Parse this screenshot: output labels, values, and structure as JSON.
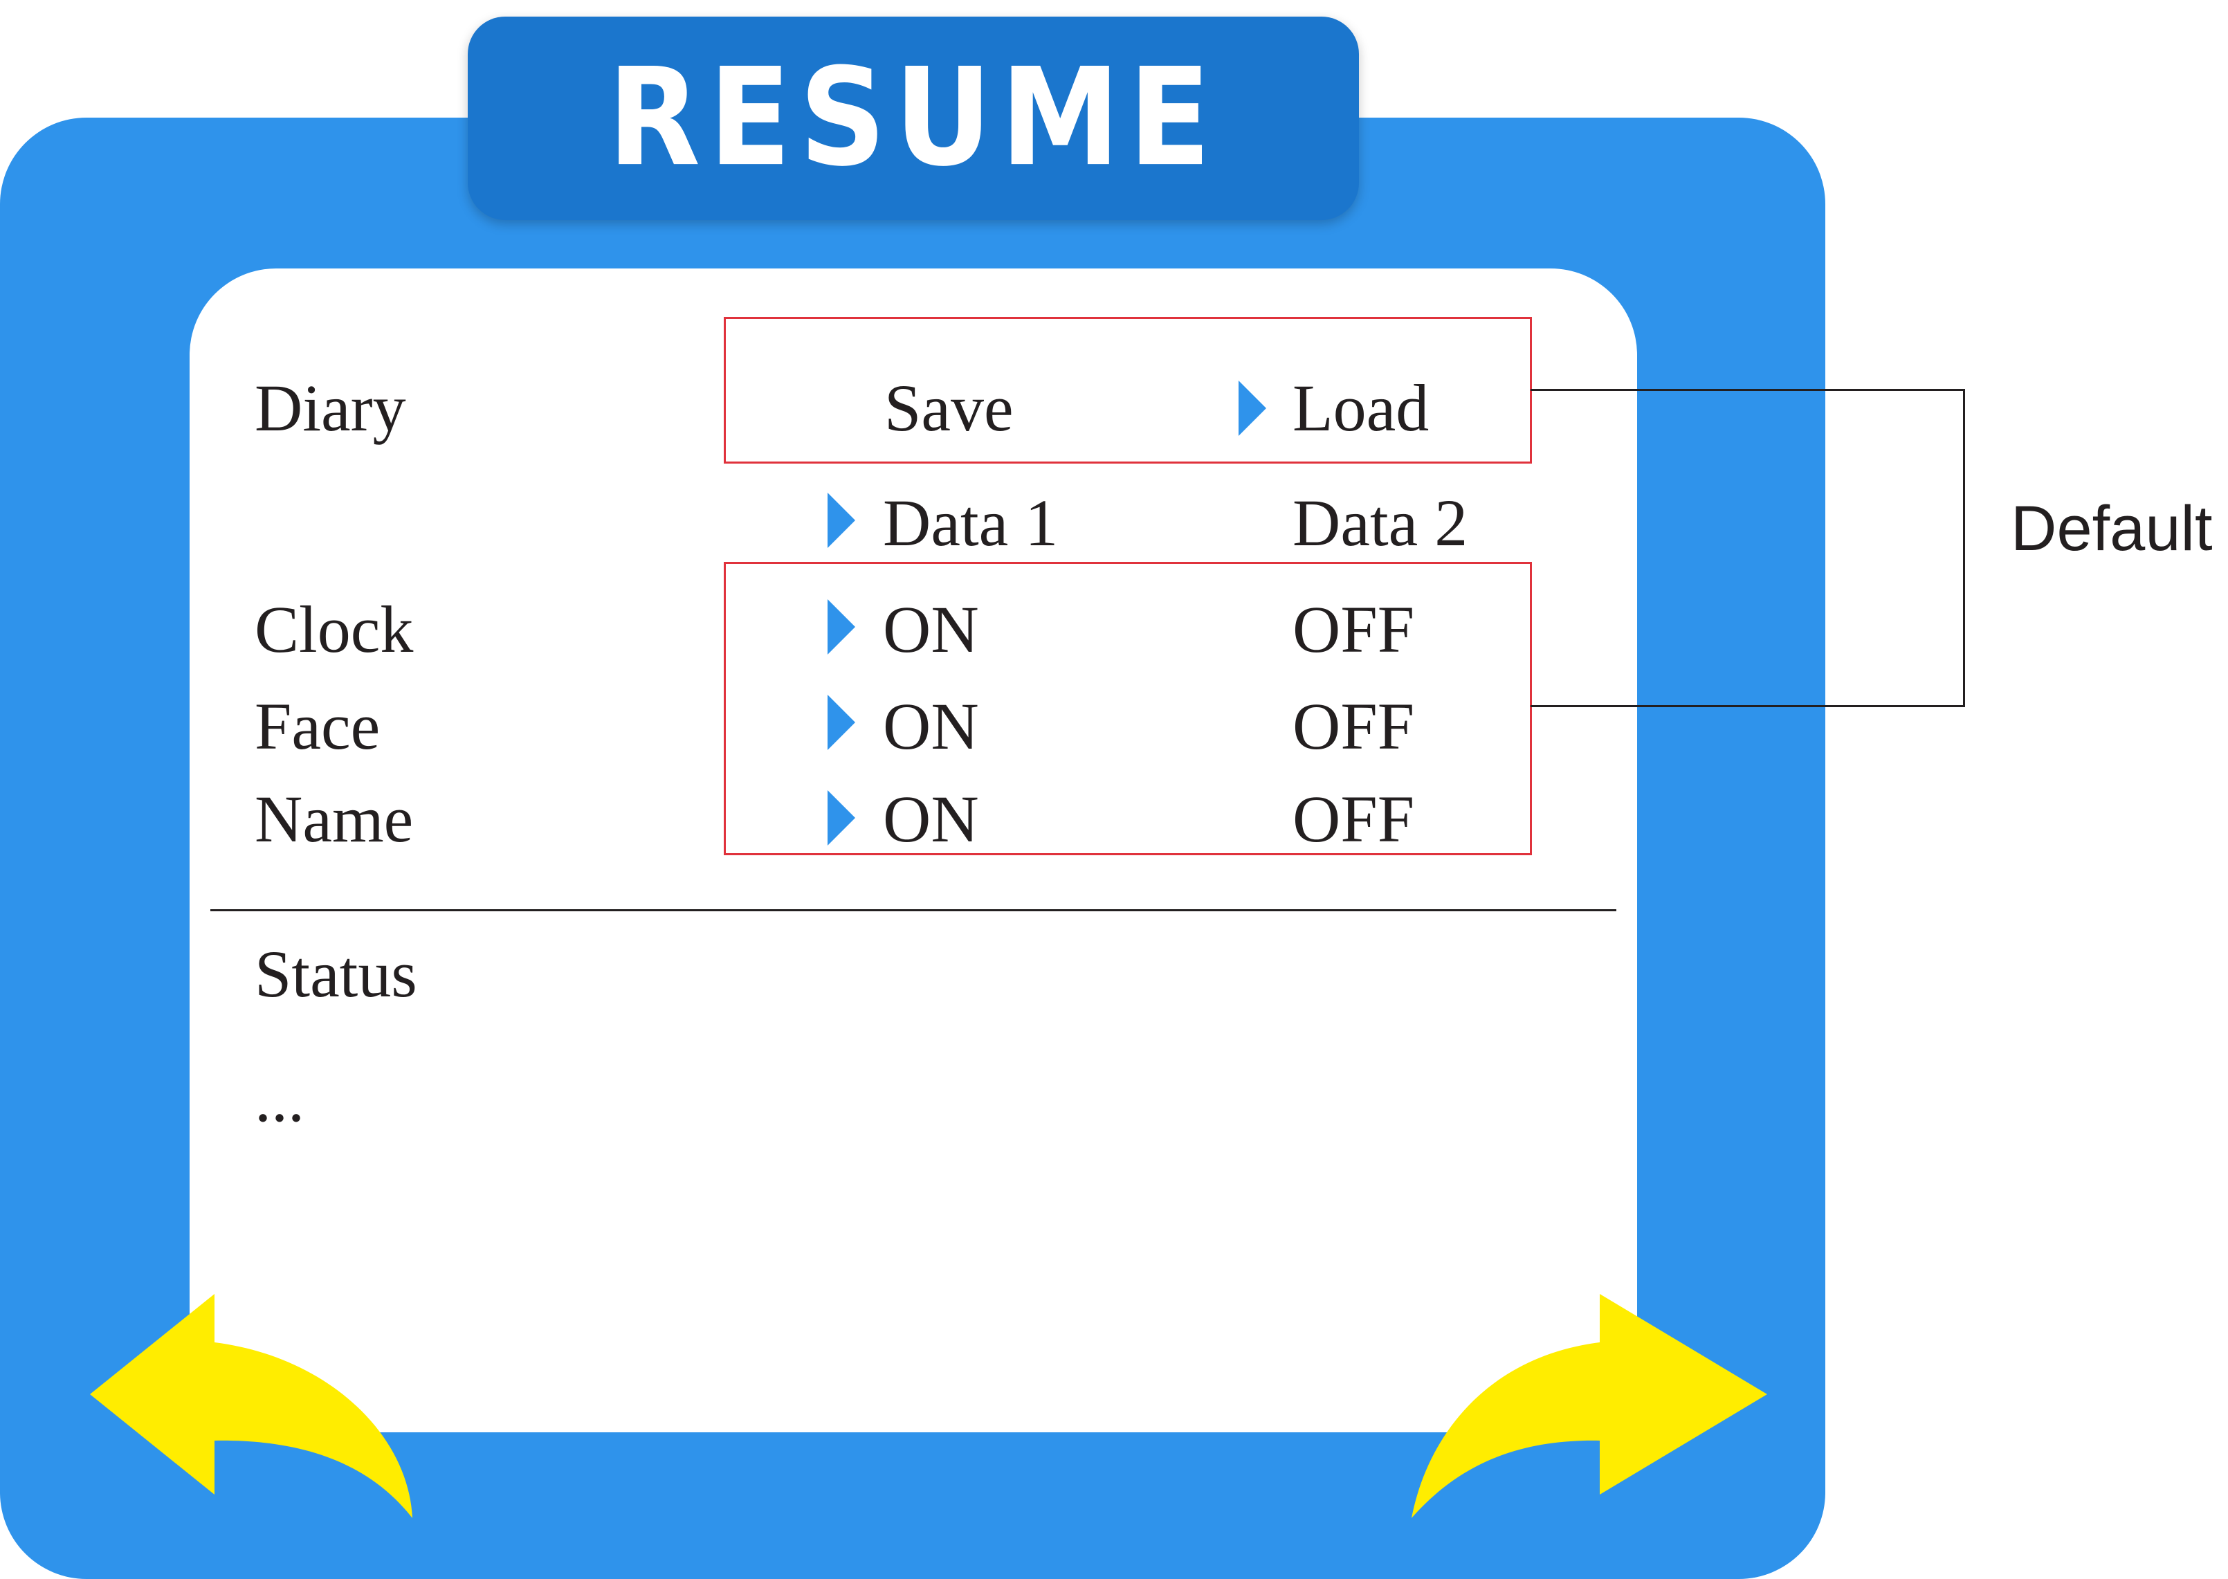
{
  "header": {
    "title": "RESUME"
  },
  "rows": {
    "diary": {
      "label": "Diary",
      "option_a": "Save",
      "option_b": "Load"
    },
    "data": {
      "option_a": "Data 1",
      "option_b": "Data 2"
    },
    "clock": {
      "label": "Clock",
      "option_a": "ON",
      "option_b": "OFF"
    },
    "face": {
      "label": "Face",
      "option_a": "ON",
      "option_b": "OFF"
    },
    "name": {
      "label": "Name",
      "option_a": "ON",
      "option_b": "OFF"
    }
  },
  "status": {
    "label": "Status",
    "more": "..."
  },
  "annotation": {
    "label": "Default"
  },
  "icons": {
    "selection_marker": "triangle-right-icon",
    "back": "curved-arrow-left-icon",
    "forward": "curved-arrow-right-icon"
  },
  "colors": {
    "frame": "#2f93eb",
    "title_tab": "#1b76cd",
    "marker": "#2f93eb",
    "highlight_box": "#e0323c",
    "arrow": "#ffed00",
    "text": "#231f20"
  }
}
